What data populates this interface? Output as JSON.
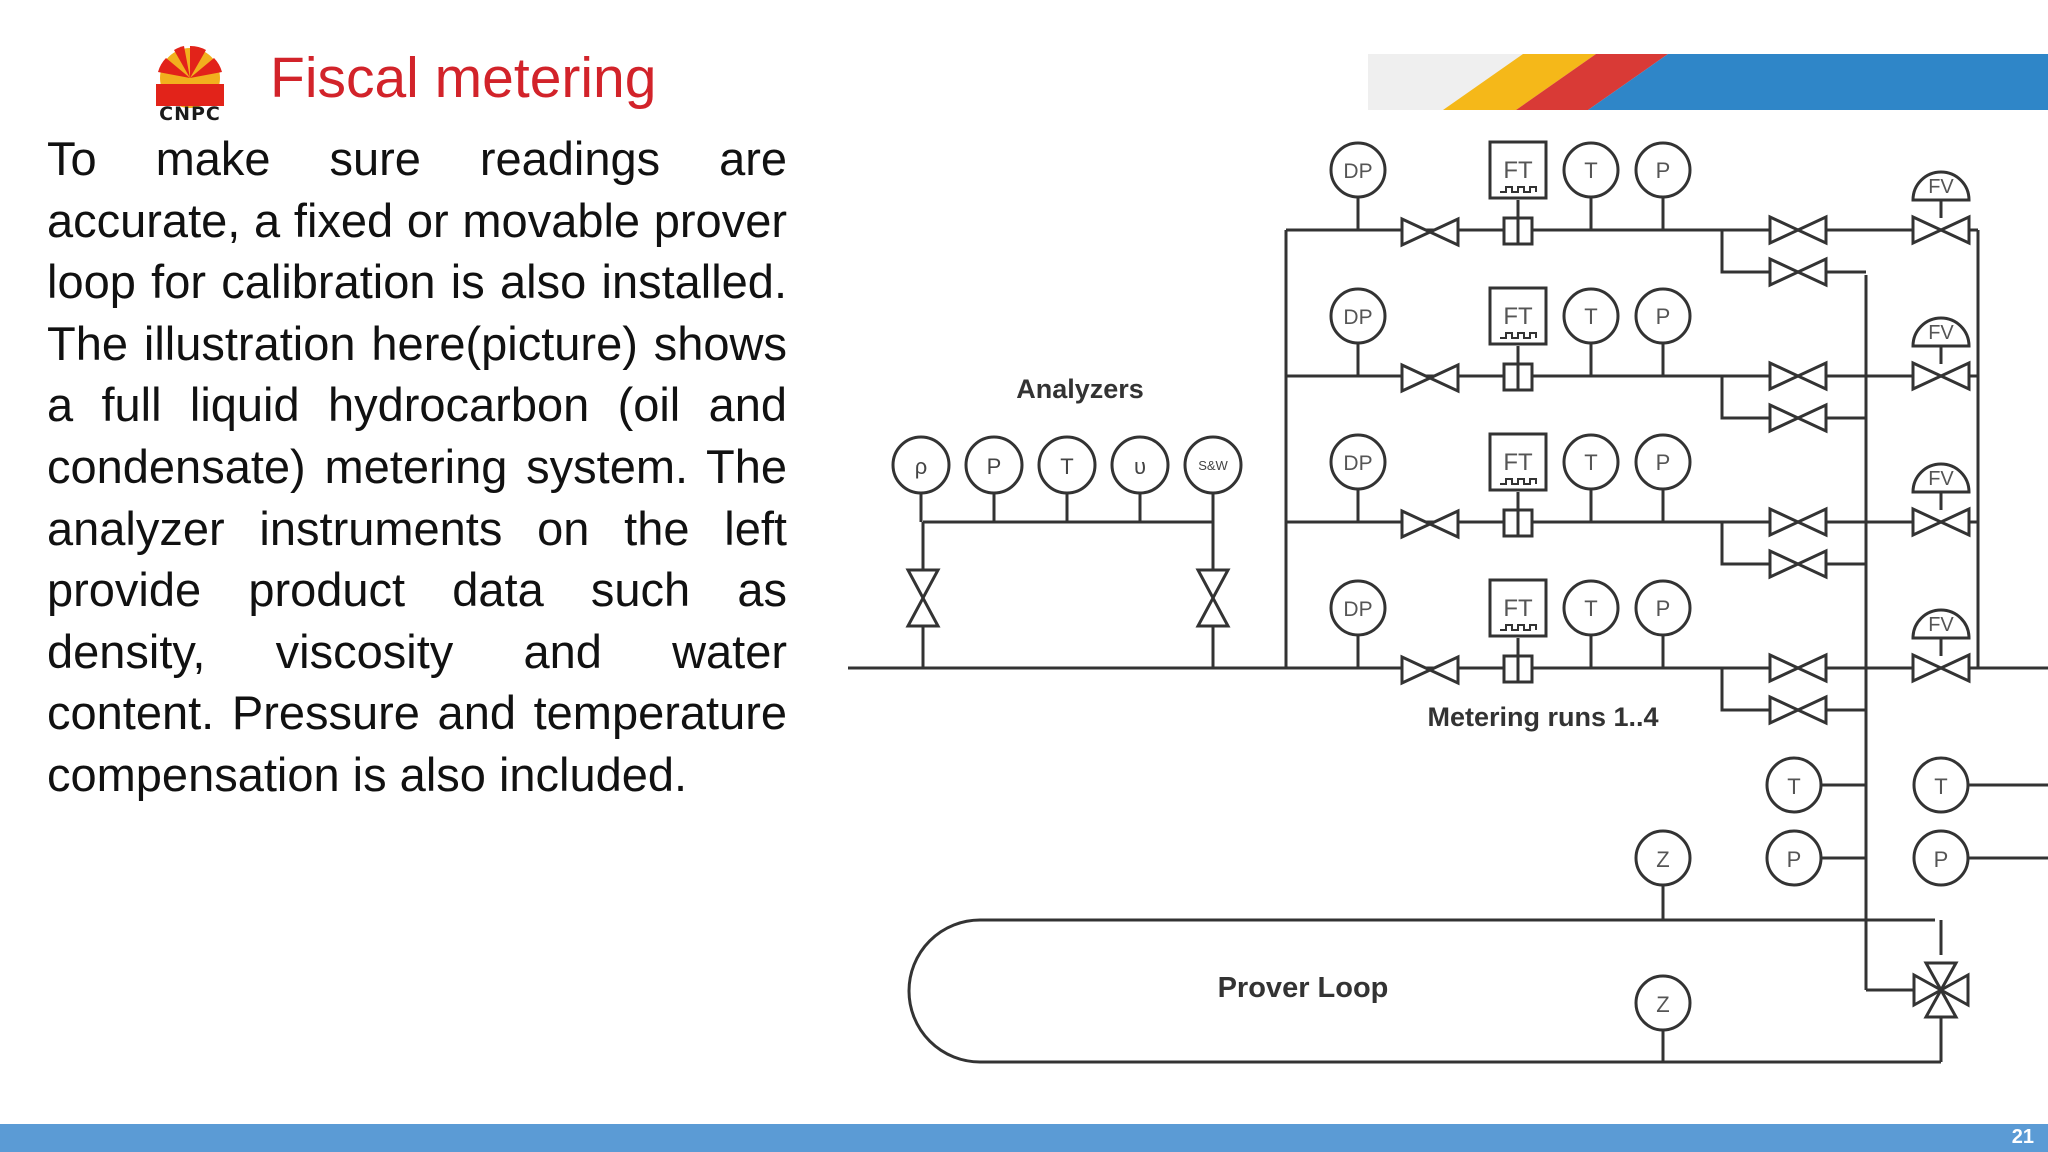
{
  "header": {
    "logo_text": "CNPC",
    "title": "Fiscal metering",
    "colors": {
      "title": "#d2232a",
      "band_yellow": "#f5b819",
      "band_red": "#d93a36",
      "band_blue": "#2f86c8",
      "footer": "#5b9bd5"
    }
  },
  "body": {
    "paragraph": "To make sure readings are accurate, a fixed or movable prover loop for calibration is also installed. The illustration here(picture) shows a full liquid hydrocarbon (oil and condensate) metering system. The analyzer instruments on the left provide product data such as density, viscosity and water content. Pressure and temperature compensation is also included."
  },
  "diagram": {
    "labels": {
      "analyzers": "Analyzers",
      "metering_runs": "Metering runs 1..4",
      "prover_loop": "Prover Loop"
    },
    "analyzer_instruments": [
      "ρ",
      "P",
      "T",
      "υ",
      "S&W"
    ],
    "run_instruments": {
      "dp": "DP",
      "ft": "FT",
      "t": "T",
      "p": "P",
      "fv": "FV"
    },
    "prover_instruments": {
      "t": "T",
      "p": "P",
      "z": "Z"
    }
  },
  "footer": {
    "page_number": "21"
  }
}
